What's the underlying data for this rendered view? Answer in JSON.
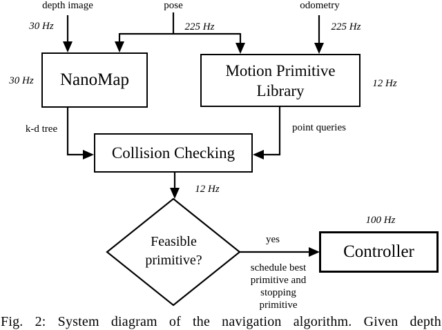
{
  "colors": {
    "ink": "#000000",
    "background": "#ffffff"
  },
  "diagram": {
    "inputs": {
      "depth_image": {
        "label": "depth image",
        "rate": "30 Hz"
      },
      "pose": {
        "label": "pose",
        "rate": "225 Hz"
      },
      "odometry": {
        "label": "odometry",
        "rate": "225 Hz"
      }
    },
    "nodes": {
      "nanomap": {
        "label": "NanoMap",
        "rate": "30 Hz"
      },
      "motion_primitive_library": {
        "label_line1": "Motion Primitive",
        "label_line2": "Library",
        "rate": "12 Hz"
      },
      "collision_checking": {
        "label": "Collision Checking",
        "rate": "12 Hz"
      },
      "feasible_primitive": {
        "label_line1": "Feasible",
        "label_line2": "primitive?"
      },
      "controller": {
        "label": "Controller",
        "rate": "100 Hz"
      }
    },
    "edges": {
      "kd_tree": {
        "label": "k-d tree"
      },
      "point_queries": {
        "label": "point queries"
      },
      "yes": {
        "label": "yes"
      },
      "schedule": {
        "line1": "schedule best",
        "line2": "primitive and stopping",
        "line3": "primitive"
      }
    }
  },
  "caption": "Fig. 2: System diagram of the navigation algorithm. Given depth"
}
